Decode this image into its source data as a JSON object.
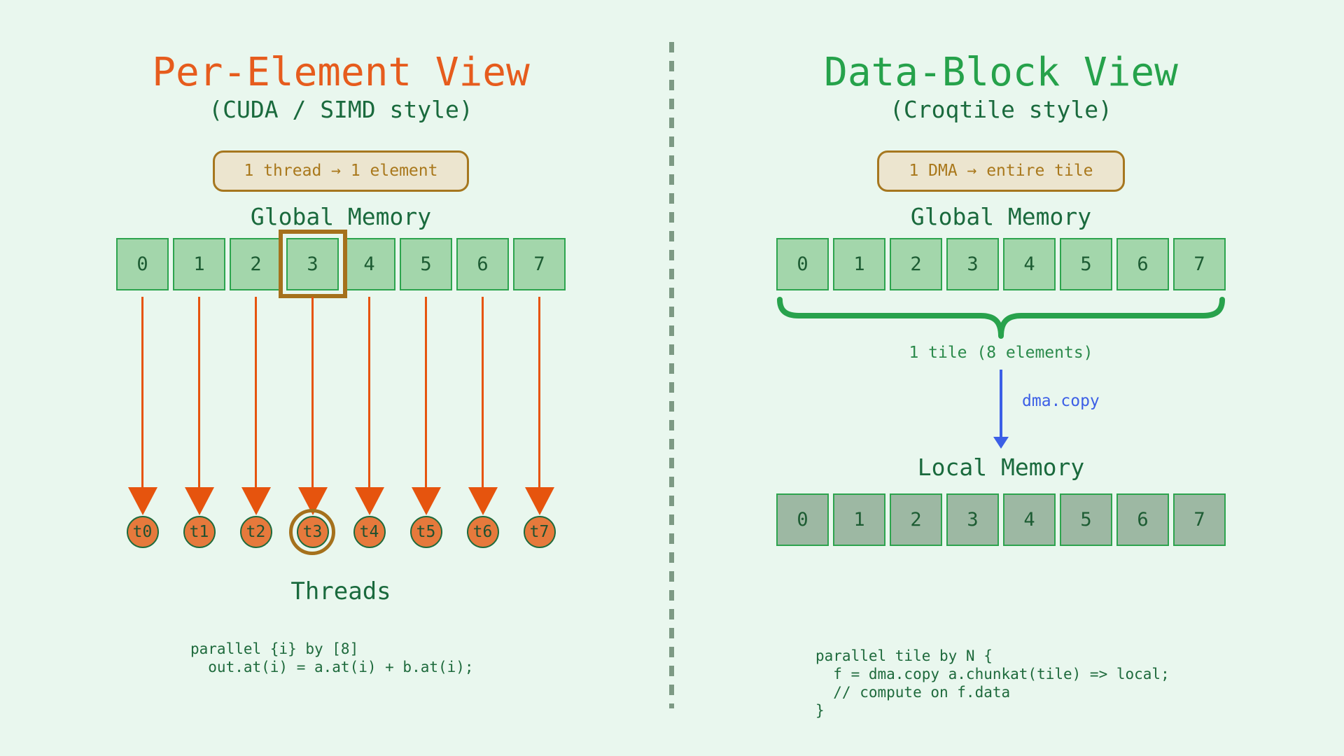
{
  "left": {
    "title": "Per-Element View",
    "subtitle": "(CUDA / SIMD style)",
    "badge": "1 thread → 1 element",
    "memory_label": "Global Memory",
    "cells": [
      "0",
      "1",
      "2",
      "3",
      "4",
      "5",
      "6",
      "7"
    ],
    "highlighted_cell": "3",
    "threads": [
      "t0",
      "t1",
      "t2",
      "t3",
      "t4",
      "t5",
      "t6",
      "t7"
    ],
    "highlighted_thread": "t3",
    "threads_label": "Threads",
    "code": "parallel {i} by [8]\n  out.at(i) = a.at(i) + b.at(i);"
  },
  "right": {
    "title": "Data-Block View",
    "subtitle": "(Croqtile style)",
    "badge": "1 DMA → entire tile",
    "global_label": "Global Memory",
    "global_cells": [
      "0",
      "1",
      "2",
      "3",
      "4",
      "5",
      "6",
      "7"
    ],
    "tile_label": "1 tile (8 elements)",
    "dma_label": "dma.copy",
    "local_label": "Local Memory",
    "local_cells": [
      "0",
      "1",
      "2",
      "3",
      "4",
      "5",
      "6",
      "7"
    ],
    "code": "parallel tile by N {\n  f = dma.copy a.chunkat(tile) => local;\n  // compute on f.data\n}"
  },
  "colors": {
    "background": "#e9f7ee",
    "divider_dash": "#7d9a84",
    "left_title": "#e65c1d",
    "right_title": "#26a24b",
    "dark_green_text": "#1a6a3d",
    "cell_fill": "#a3d6ab",
    "cell_border": "#2da44e",
    "local_cell_fill": "#9db8a3",
    "badge_background": "#ece5cf",
    "badge_border": "#a6771f",
    "highlight_brown": "#a5711c",
    "arrow_orange": "#e6540e",
    "thread_fill": "#e6793c",
    "dma_blue": "#3c5fe6",
    "brace_green": "#28a24c"
  }
}
